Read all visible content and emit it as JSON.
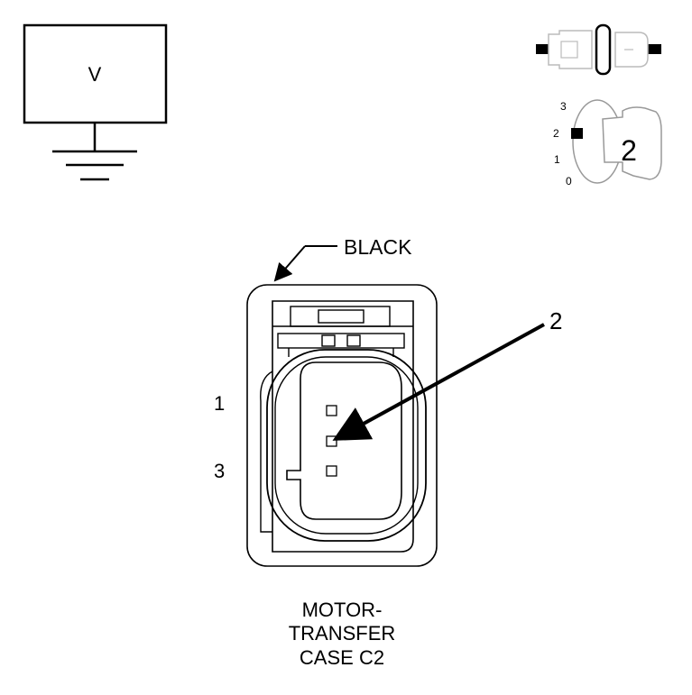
{
  "voltmeter": {
    "symbol": "V"
  },
  "position_indicator": {
    "scale": [
      "3",
      "2",
      "1",
      "0"
    ],
    "position": "2"
  },
  "connector": {
    "color_label": "BLACK",
    "pin_callout": "2",
    "side_labels": [
      "1",
      "3"
    ],
    "name_lines": [
      "MOTOR-",
      "TRANSFER",
      "CASE C2"
    ]
  }
}
